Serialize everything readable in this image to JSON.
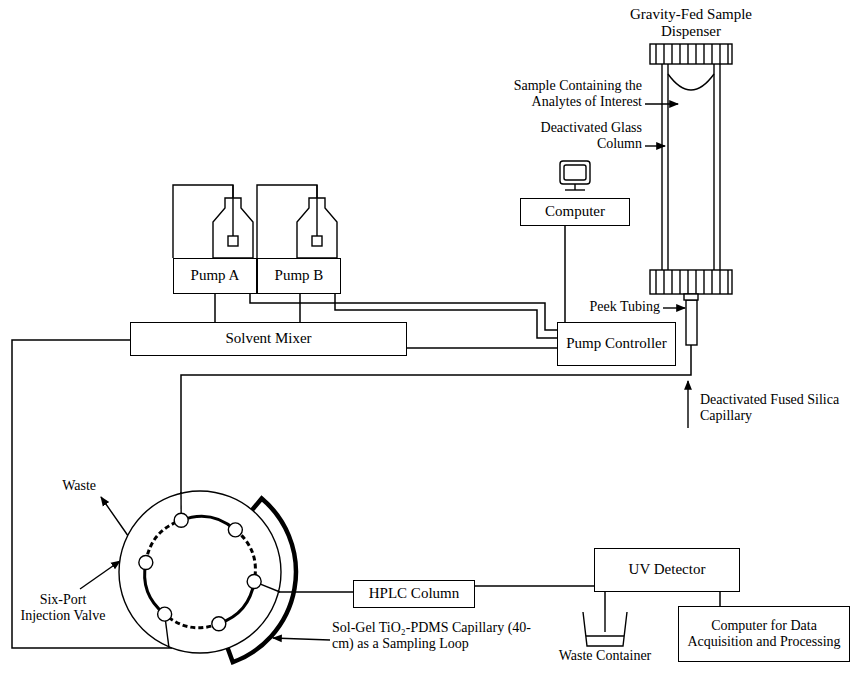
{
  "diagram": {
    "nodes": [
      {
        "text": [
          "Gravity-Fed Sample Dispenser"
        ]
      },
      {
        "text": [
          "Pump A"
        ]
      },
      {
        "text": [
          "Pump B"
        ]
      },
      {
        "text": [
          "Computer"
        ]
      },
      {
        "text": [
          "Solvent Mixer"
        ]
      },
      {
        "text": [
          "Pump Controller"
        ]
      },
      {
        "text": [
          "Six-Port Injection Valve"
        ]
      },
      {
        "text": [
          "HPLC Column"
        ]
      },
      {
        "text": [
          "UV Detector"
        ]
      },
      {
        "text": [
          "Waste Container"
        ]
      },
      {
        "text": [
          "Computer for Data Acquisition and Processing"
        ]
      }
    ],
    "edges": [
      {
        "from": 1,
        "to": 4,
        "arrow": "none"
      },
      {
        "from": 2,
        "to": 4,
        "arrow": "none"
      },
      {
        "from": 1,
        "to": 5,
        "arrow": "none"
      },
      {
        "from": 2,
        "to": 5,
        "arrow": "none"
      },
      {
        "from": 3,
        "to": 5,
        "arrow": "none"
      },
      {
        "from": 4,
        "to": 5,
        "arrow": "none"
      },
      {
        "from": 4,
        "to": 6,
        "arrow": "none"
      },
      {
        "from": 0,
        "to": 6,
        "arrow": "none"
      },
      {
        "from": 6,
        "to": 7,
        "arrow": "none"
      },
      {
        "from": 7,
        "to": 8,
        "arrow": "none"
      },
      {
        "from": 8,
        "to": 9,
        "arrow": "none"
      },
      {
        "from": 8,
        "to": 10,
        "arrow": "none"
      }
    ],
    "labels": [
      "Sample Containing the Analytes of Interest",
      "Deactivated Glass Column",
      "Peek Tubing",
      "Deactivated Fused Silica Capillary",
      "Waste",
      "Sol-Gel TiO₂-PDMS Capillary (40-cm) as a Sampling Loop"
    ]
  }
}
